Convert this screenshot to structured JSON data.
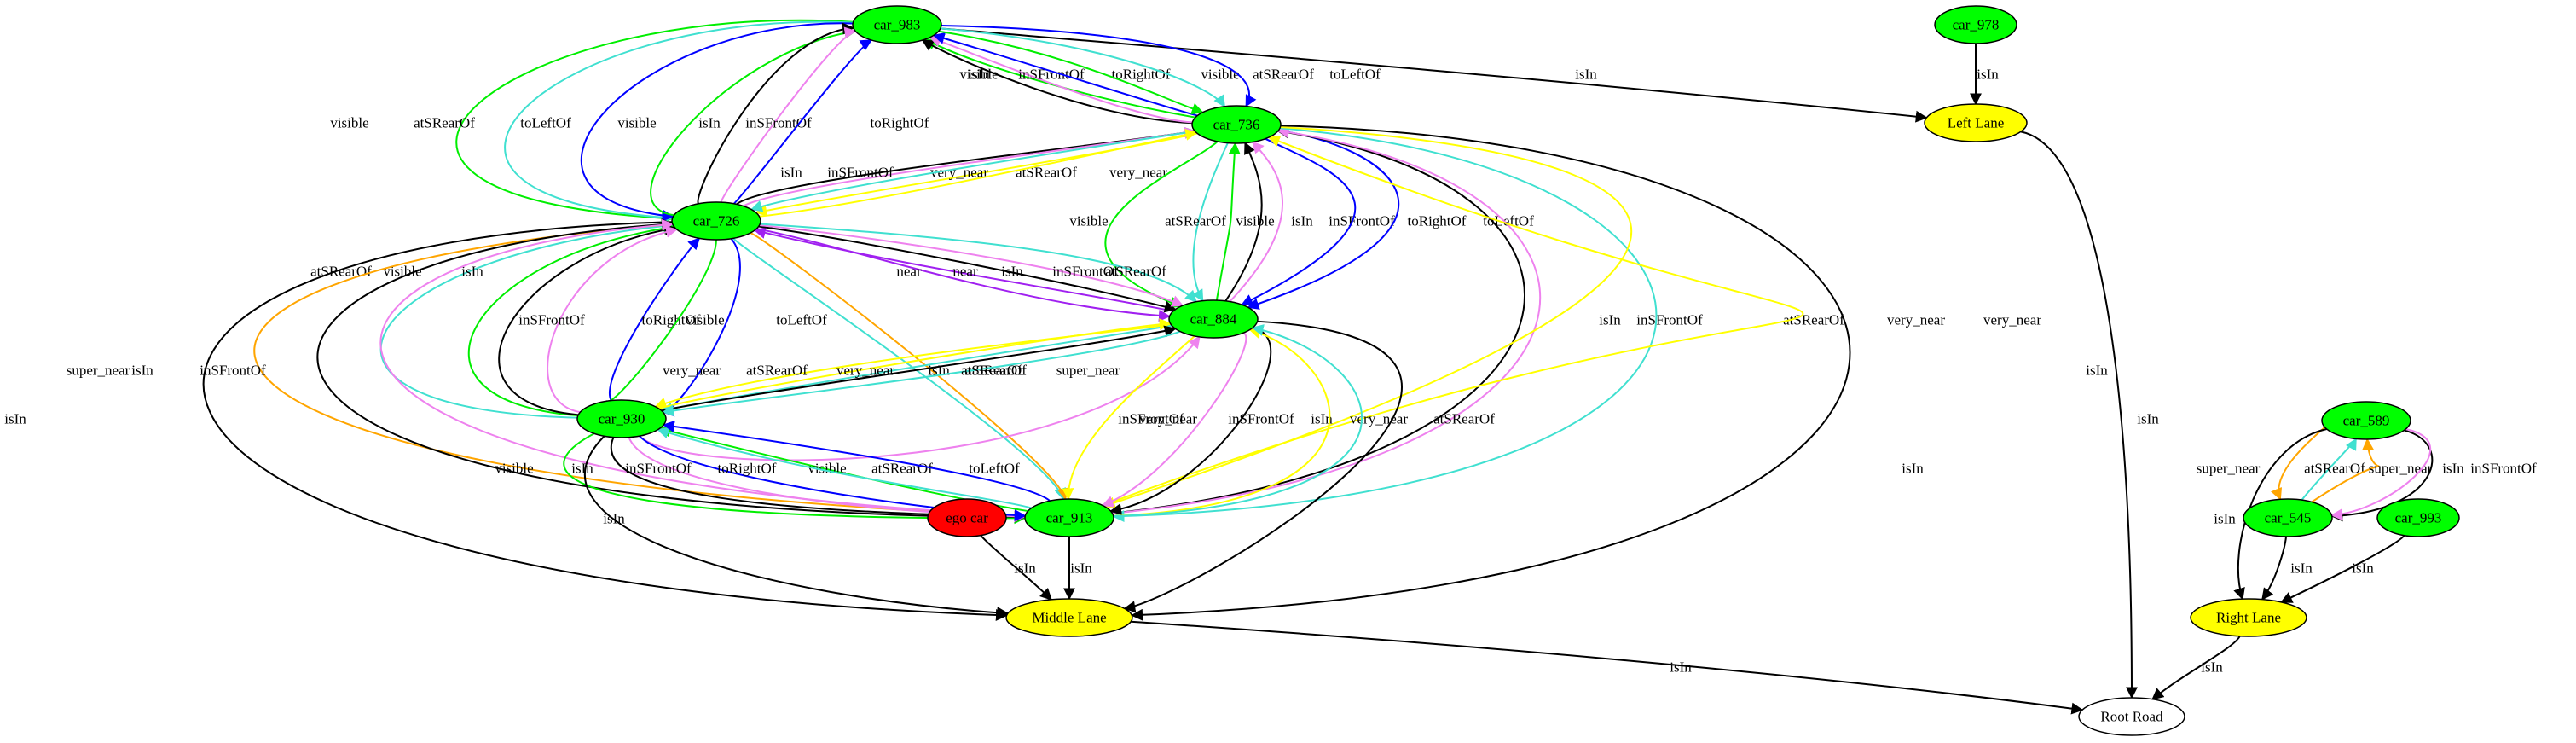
{
  "colors": {
    "black": "#000000",
    "green": "#00ee00",
    "cyan": "#40e0d0",
    "blue": "#0000ff",
    "violet": "#ee82ee",
    "yellow": "#ffff00",
    "orange": "#ffa500",
    "purple": "#a020f0",
    "node_green": "#00ff00",
    "node_yellow": "#ffff00",
    "node_red": "#ff0000",
    "node_white": "#ffffff"
  },
  "nodes": [
    {
      "id": "car_983",
      "label": "car_983",
      "fill": "node_green"
    },
    {
      "id": "car_978",
      "label": "car_978",
      "fill": "node_green"
    },
    {
      "id": "car_736",
      "label": "car_736",
      "fill": "node_green"
    },
    {
      "id": "left_lane",
      "label": "Left Lane",
      "fill": "node_yellow"
    },
    {
      "id": "car_726",
      "label": "car_726",
      "fill": "node_green"
    },
    {
      "id": "car_884",
      "label": "car_884",
      "fill": "node_green"
    },
    {
      "id": "car_930",
      "label": "car_930",
      "fill": "node_green"
    },
    {
      "id": "ego_car",
      "label": "ego car",
      "fill": "node_red"
    },
    {
      "id": "car_913",
      "label": "car_913",
      "fill": "node_green"
    },
    {
      "id": "middle_lane",
      "label": "Middle Lane",
      "fill": "node_yellow"
    },
    {
      "id": "car_589",
      "label": "car_589",
      "fill": "node_green"
    },
    {
      "id": "car_545",
      "label": "car_545",
      "fill": "node_green"
    },
    {
      "id": "car_993",
      "label": "car_993",
      "fill": "node_green"
    },
    {
      "id": "right_lane",
      "label": "Right Lane",
      "fill": "node_yellow"
    },
    {
      "id": "root_road",
      "label": "Root Road",
      "fill": "node_white"
    }
  ],
  "edges": [
    {
      "from": "car_983",
      "to": "left_lane",
      "label": "isIn",
      "color": "black"
    },
    {
      "from": "car_978",
      "to": "left_lane",
      "label": "isIn",
      "color": "black"
    },
    {
      "from": "left_lane",
      "to": "root_road",
      "label": "isIn",
      "color": "black"
    },
    {
      "from": "car_736",
      "to": "car_983",
      "label": "visible",
      "color": "green"
    },
    {
      "from": "car_736",
      "to": "car_983",
      "label": "isIn",
      "color": "black"
    },
    {
      "from": "car_736",
      "to": "car_983",
      "label": "inSFrontOf",
      "color": "violet"
    },
    {
      "from": "car_736",
      "to": "car_983",
      "label": "toRightOf",
      "color": "blue"
    },
    {
      "from": "car_983",
      "to": "car_736",
      "label": "visible",
      "color": "green"
    },
    {
      "from": "car_983",
      "to": "car_736",
      "label": "atSRearOf",
      "color": "cyan"
    },
    {
      "from": "car_983",
      "to": "car_736",
      "label": "toLeftOf",
      "color": "blue"
    },
    {
      "from": "car_983",
      "to": "car_726",
      "label": "visible",
      "color": "green"
    },
    {
      "from": "car_983",
      "to": "car_726",
      "label": "atSRearOf",
      "color": "cyan"
    },
    {
      "from": "car_983",
      "to": "car_726",
      "label": "toLeftOf",
      "color": "blue"
    },
    {
      "from": "car_726",
      "to": "car_983",
      "label": "visible",
      "color": "green"
    },
    {
      "from": "car_726",
      "to": "car_983",
      "label": "isIn",
      "color": "black"
    },
    {
      "from": "car_726",
      "to": "car_983",
      "label": "inSFrontOf",
      "color": "violet"
    },
    {
      "from": "car_726",
      "to": "car_983",
      "label": "toRightOf",
      "color": "blue"
    },
    {
      "from": "car_726",
      "to": "car_736",
      "label": "isIn",
      "color": "black"
    },
    {
      "from": "car_726",
      "to": "car_736",
      "label": "inSFrontOf",
      "color": "violet"
    },
    {
      "from": "car_736",
      "to": "car_726",
      "label": "very_near",
      "color": "yellow"
    },
    {
      "from": "car_736",
      "to": "car_726",
      "label": "atSRearOf",
      "color": "cyan"
    },
    {
      "from": "car_726",
      "to": "car_736",
      "label": "very_near",
      "color": "yellow"
    },
    {
      "from": "car_736",
      "to": "car_884",
      "label": "visible",
      "color": "green"
    },
    {
      "from": "car_736",
      "to": "car_884",
      "label": "atSRearOf",
      "color": "cyan"
    },
    {
      "from": "car_884",
      "to": "car_736",
      "label": "visible",
      "color": "green"
    },
    {
      "from": "car_884",
      "to": "car_736",
      "label": "isIn",
      "color": "black"
    },
    {
      "from": "car_884",
      "to": "car_736",
      "label": "inSFrontOf",
      "color": "violet"
    },
    {
      "from": "car_736",
      "to": "car_884",
      "label": "toRightOf",
      "color": "blue"
    },
    {
      "from": "car_736",
      "to": "car_884",
      "label": "toLeftOf",
      "color": "blue"
    },
    {
      "from": "car_913",
      "to": "car_736",
      "label": "isIn",
      "color": "black"
    },
    {
      "from": "car_913",
      "to": "car_736",
      "label": "inSFrontOf",
      "color": "violet"
    },
    {
      "from": "car_736",
      "to": "car_913",
      "label": "atSRearOf",
      "color": "cyan"
    },
    {
      "from": "car_736",
      "to": "car_913",
      "label": "very_near",
      "color": "yellow"
    },
    {
      "from": "car_913",
      "to": "car_736",
      "label": "very_near",
      "color": "yellow"
    },
    {
      "from": "car_736",
      "to": "middle_lane",
      "label": "isIn",
      "color": "black"
    },
    {
      "from": "car_726",
      "to": "car_884",
      "label": "near",
      "color": "purple"
    },
    {
      "from": "car_884",
      "to": "car_726",
      "label": "near",
      "color": "purple"
    },
    {
      "from": "car_726",
      "to": "car_884",
      "label": "isIn",
      "color": "black"
    },
    {
      "from": "car_726",
      "to": "car_884",
      "label": "inSFrontOf",
      "color": "violet"
    },
    {
      "from": "car_726",
      "to": "car_884",
      "label": "atSRearOf",
      "color": "cyan"
    },
    {
      "from": "car_930",
      "to": "car_726",
      "label": "atSRearOf",
      "color": "cyan"
    },
    {
      "from": "car_930",
      "to": "car_726",
      "label": "visible",
      "color": "green"
    },
    {
      "from": "car_930",
      "to": "car_726",
      "label": "isIn",
      "color": "black"
    },
    {
      "from": "car_930",
      "to": "car_726",
      "label": "inSFrontOf",
      "color": "violet"
    },
    {
      "from": "car_930",
      "to": "car_726",
      "label": "toRightOf",
      "color": "blue"
    },
    {
      "from": "car_726",
      "to": "car_930",
      "label": "visible",
      "color": "green"
    },
    {
      "from": "car_726",
      "to": "car_930",
      "label": "toLeftOf",
      "color": "blue"
    },
    {
      "from": "car_726",
      "to": "middle_lane",
      "label": "isIn",
      "color": "black"
    },
    {
      "from": "car_726",
      "to": "car_913",
      "label": "super_near",
      "color": "orange"
    },
    {
      "from": "car_913",
      "to": "car_726",
      "label": "isIn",
      "color": "black"
    },
    {
      "from": "car_913",
      "to": "car_726",
      "label": "inSFrontOf",
      "color": "violet"
    },
    {
      "from": "car_726",
      "to": "car_913",
      "label": "atSRearOf",
      "color": "cyan"
    },
    {
      "from": "car_726",
      "to": "car_913",
      "label": "super_near",
      "color": "orange"
    },
    {
      "from": "car_884",
      "to": "car_930",
      "label": "very_near",
      "color": "yellow"
    },
    {
      "from": "car_884",
      "to": "car_930",
      "label": "atSRearOf",
      "color": "cyan"
    },
    {
      "from": "car_930",
      "to": "car_884",
      "label": "very_near",
      "color": "yellow"
    },
    {
      "from": "car_930",
      "to": "car_884",
      "label": "isIn",
      "color": "black"
    },
    {
      "from": "car_884",
      "to": "car_930",
      "label": "atSRearOf",
      "color": "cyan"
    },
    {
      "from": "car_930",
      "to": "car_884",
      "label": "inSFrontOf",
      "color": "violet"
    },
    {
      "from": "car_884",
      "to": "car_913",
      "label": "very_near",
      "color": "yellow"
    },
    {
      "from": "car_884",
      "to": "car_913",
      "label": "inSFrontOf",
      "color": "violet"
    },
    {
      "from": "car_884",
      "to": "car_913",
      "label": "isIn",
      "color": "black"
    },
    {
      "from": "car_913",
      "to": "car_884",
      "label": "very_near",
      "color": "yellow"
    },
    {
      "from": "car_913",
      "to": "car_884",
      "label": "atSRearOf",
      "color": "cyan"
    },
    {
      "from": "car_884",
      "to": "middle_lane",
      "label": "isIn",
      "color": "black"
    },
    {
      "from": "car_930",
      "to": "car_913",
      "label": "visible",
      "color": "green"
    },
    {
      "from": "car_930",
      "to": "car_913",
      "label": "isIn",
      "color": "black"
    },
    {
      "from": "car_930",
      "to": "car_913",
      "label": "inSFrontOf",
      "color": "violet"
    },
    {
      "from": "car_930",
      "to": "car_913",
      "label": "toRightOf",
      "color": "blue"
    },
    {
      "from": "car_913",
      "to": "car_930",
      "label": "visible",
      "color": "green"
    },
    {
      "from": "car_913",
      "to": "car_930",
      "label": "atSRearOf",
      "color": "cyan"
    },
    {
      "from": "car_913",
      "to": "car_930",
      "label": "toLeftOf",
      "color": "blue"
    },
    {
      "from": "car_930",
      "to": "middle_lane",
      "label": "isIn",
      "color": "black"
    },
    {
      "from": "ego_car",
      "to": "middle_lane",
      "label": "isIn",
      "color": "black"
    },
    {
      "from": "car_913",
      "to": "middle_lane",
      "label": "isIn",
      "color": "black"
    },
    {
      "from": "middle_lane",
      "to": "root_road",
      "label": "isIn",
      "color": "black"
    },
    {
      "from": "car_589",
      "to": "car_545",
      "label": "super_near",
      "color": "orange"
    },
    {
      "from": "car_545",
      "to": "car_589",
      "label": "atSRearOf",
      "color": "cyan"
    },
    {
      "from": "car_545",
      "to": "car_589",
      "label": "super_near",
      "color": "orange"
    },
    {
      "from": "car_589",
      "to": "car_545",
      "label": "isIn",
      "color": "black"
    },
    {
      "from": "car_589",
      "to": "car_545",
      "label": "inSFrontOf",
      "color": "violet"
    },
    {
      "from": "car_589",
      "to": "right_lane",
      "label": "isIn",
      "color": "black"
    },
    {
      "from": "car_545",
      "to": "right_lane",
      "label": "isIn",
      "color": "black"
    },
    {
      "from": "car_993",
      "to": "right_lane",
      "label": "isIn",
      "color": "black"
    },
    {
      "from": "right_lane",
      "to": "root_road",
      "label": "isIn",
      "color": "black"
    }
  ]
}
